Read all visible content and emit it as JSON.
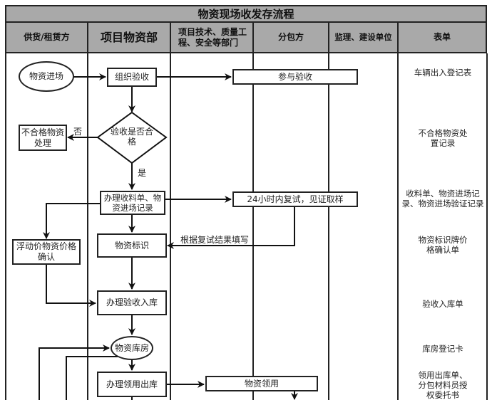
{
  "title": "物资现场收发存流程",
  "columns": [
    {
      "label": "供货/租赁方"
    },
    {
      "label": "项目物资部"
    },
    {
      "label": "项目技术、质量工程、安全等部门"
    },
    {
      "label": "分包方"
    },
    {
      "label": "监理、建设单位"
    },
    {
      "label": "表单"
    }
  ],
  "nodes": {
    "arrival": "物资进场",
    "organize_acceptance": "组织验收",
    "participate_acceptance": "参与验收",
    "decision_qualified": "验收是否合格",
    "unqualified_handling": "不合格物资处理",
    "receiving_records": "办理收料单、物资进场记录",
    "retest_sampling": "24小时内复试，见证取样",
    "floating_price_confirm": "浮动价物资价格确认",
    "material_marking": "物资标识",
    "warehousing": "办理验收入库",
    "storeroom": "物资库房",
    "issue_out": "办理领用出库",
    "material_requisition": "物资领用"
  },
  "edge_labels": {
    "no": "否",
    "yes": "是",
    "fill_by_retest": "根据复试结果填写"
  },
  "forms": [
    "车辆出入登记表",
    "不合格物资处置记录",
    "收料单、物资进场记录、物资进场验证记录",
    "物资标识牌价格确认单",
    "验收入库单",
    "库房登记卡",
    "领用出库单、分包材料员授权委托书"
  ]
}
